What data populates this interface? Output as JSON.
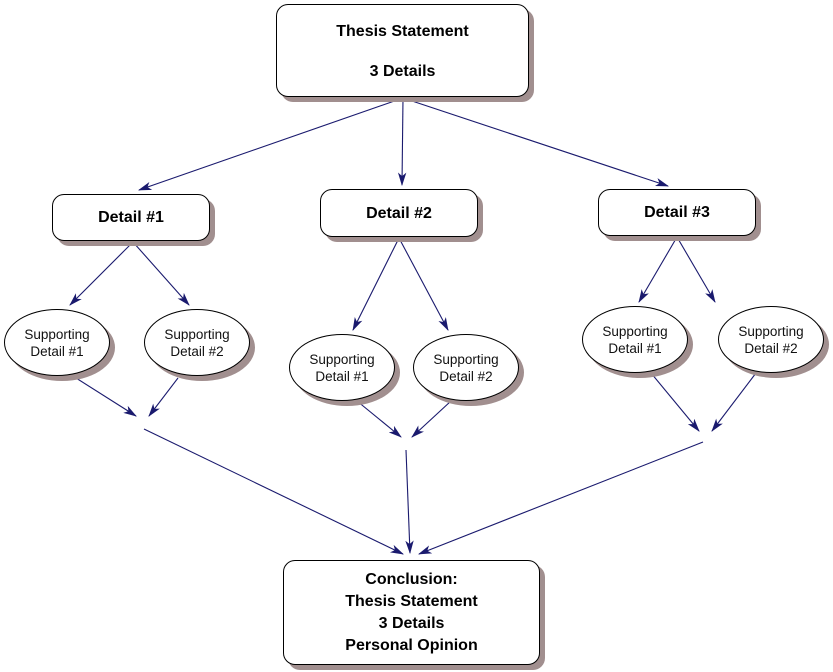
{
  "nodes": {
    "thesis": {
      "line1": "Thesis Statement",
      "line2": "3 Details"
    },
    "detail_1": {
      "label": "Detail #1"
    },
    "detail_2": {
      "label": "Detail #2"
    },
    "detail_3": {
      "label": "Detail #3"
    },
    "supporting_1_1": {
      "line1": "Supporting",
      "line2": "Detail #1"
    },
    "supporting_1_2": {
      "line1": "Supporting",
      "line2": "Detail #2"
    },
    "supporting_2_1": {
      "line1": "Supporting",
      "line2": "Detail #1"
    },
    "supporting_2_2": {
      "line1": "Supporting",
      "line2": "Detail #2"
    },
    "supporting_3_1": {
      "line1": "Supporting",
      "line2": "Detail #1"
    },
    "supporting_3_2": {
      "line1": "Supporting",
      "line2": "Detail #2"
    },
    "conclusion": {
      "line1": "Conclusion:",
      "line2": "Thesis Statement",
      "line3": "3 Details",
      "line4": "Personal Opinion"
    }
  },
  "colors": {
    "background": "#ffffff",
    "node_fill": "#ffffff",
    "node_border": "#000000",
    "node_shadow": "#a18f8f",
    "arrow": "#1a1a6e",
    "text": "#000000"
  }
}
